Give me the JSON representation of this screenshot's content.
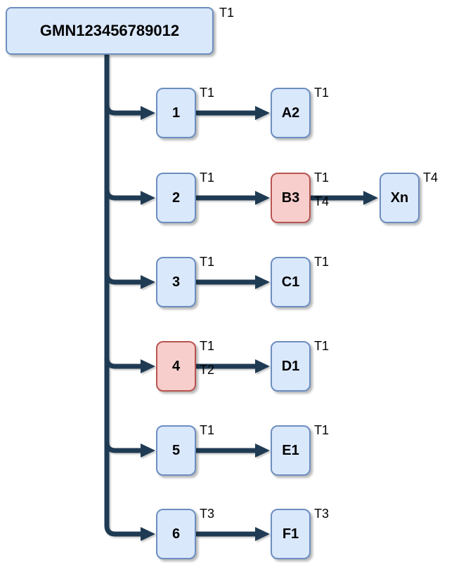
{
  "colors": {
    "node_fill": "#dae8fc",
    "node_border": "#6c8ebf",
    "alert_fill": "#f8cecc",
    "alert_border": "#b85450",
    "arrow": "#1f3b54",
    "label_text": "#000000"
  },
  "diagram": {
    "root": {
      "label": "GMN123456789012",
      "tag": "T1"
    },
    "rows": [
      {
        "left": {
          "label": "1",
          "tag1": "T1"
        },
        "right": {
          "label": "A2",
          "tag1": "T1"
        }
      },
      {
        "left": {
          "label": "2",
          "tag1": "T1"
        },
        "right": {
          "label": "B3",
          "tag1": "T1",
          "tag2": "T4"
        },
        "extra": {
          "label": "Xn",
          "tag1": "T4"
        }
      },
      {
        "left": {
          "label": "3",
          "tag1": "T1"
        },
        "right": {
          "label": "C1",
          "tag1": "T1"
        }
      },
      {
        "left": {
          "label": "4",
          "tag1": "T1",
          "tag2": "T2"
        },
        "right": {
          "label": "D1",
          "tag1": "T1"
        }
      },
      {
        "left": {
          "label": "5",
          "tag1": "T1"
        },
        "right": {
          "label": "E1",
          "tag1": "T1"
        }
      },
      {
        "left": {
          "label": "6",
          "tag1": "T3"
        },
        "right": {
          "label": "F1",
          "tag1": "T3"
        }
      }
    ]
  }
}
